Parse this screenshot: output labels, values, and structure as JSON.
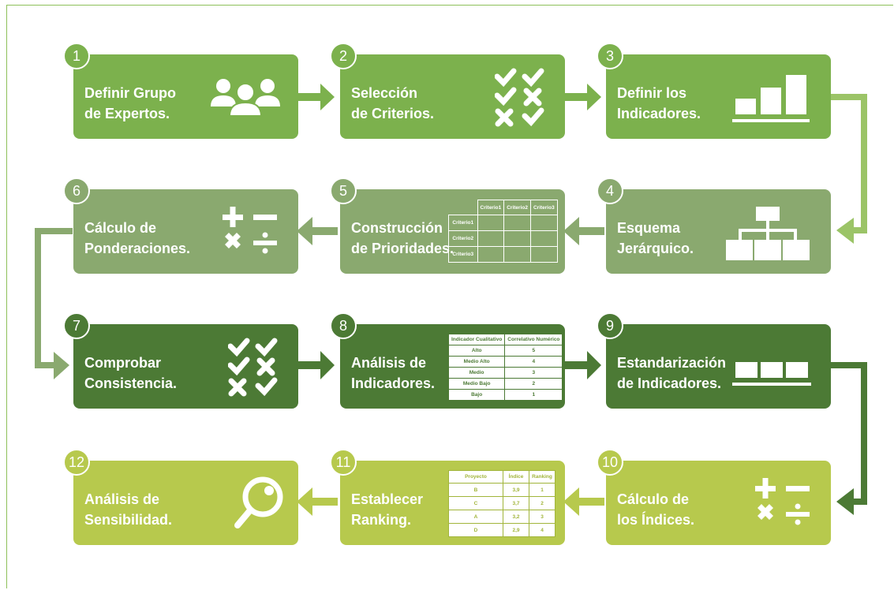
{
  "steps": [
    {
      "num": "1",
      "line1": "Definir Grupo",
      "line2": "de Expertos."
    },
    {
      "num": "2",
      "line1": "Selección",
      "line2": "de Criterios."
    },
    {
      "num": "3",
      "line1": "Definir los",
      "line2": "Indicadores."
    },
    {
      "num": "4",
      "line1": "Esquema",
      "line2": "Jerárquico."
    },
    {
      "num": "5",
      "line1": "Construcción",
      "line2": "de Prioridades."
    },
    {
      "num": "6",
      "line1": "Cálculo de",
      "line2": "Ponderaciones."
    },
    {
      "num": "7",
      "line1": "Comprobar",
      "line2": "Consistencia."
    },
    {
      "num": "8",
      "line1": "Análisis de",
      "line2": "Indicadores."
    },
    {
      "num": "9",
      "line1": "Estandarización",
      "line2": "de Indicadores."
    },
    {
      "num": "10",
      "line1": "Cálculo de",
      "line2": "los Índices."
    },
    {
      "num": "11",
      "line1": "Establecer",
      "line2": "Ranking."
    },
    {
      "num": "12",
      "line1": "Análisis de",
      "line2": "Sensibilidad."
    }
  ],
  "table5": {
    "headers": [
      "Criterio1",
      "Criterio2",
      "Criterio3"
    ],
    "rows": [
      "Criterio1",
      "Criterio2",
      "Criterio3"
    ]
  },
  "table8": {
    "headers": [
      "Indicador Cualitativo",
      "Correlativo Numérico"
    ],
    "rows": [
      [
        "Alto",
        "5"
      ],
      [
        "Medio Alto",
        "4"
      ],
      [
        "Medio",
        "3"
      ],
      [
        "Medio Bajo",
        "2"
      ],
      [
        "Bajo",
        "1"
      ]
    ]
  },
  "table11": {
    "headers": [
      "Proyecto",
      "Índice",
      "Ranking"
    ],
    "rows": [
      [
        "B",
        "3,9",
        "1"
      ],
      [
        "C",
        "3,7",
        "2"
      ],
      [
        "A",
        "3,2",
        "3"
      ],
      [
        "D",
        "2,9",
        "4"
      ]
    ]
  },
  "colors": {
    "green_bright": "#7cb14d",
    "green_muted": "#8aa96f",
    "green_dark": "#4c7a35",
    "lime": "#b7c94d"
  }
}
